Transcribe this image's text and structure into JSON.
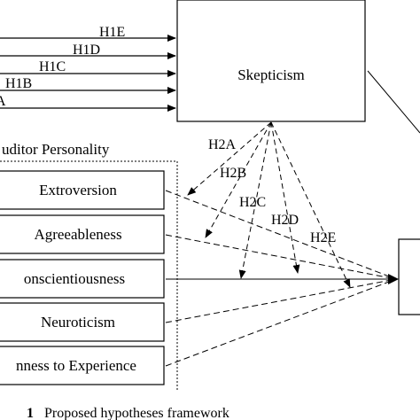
{
  "colors": {
    "stroke": "#000000",
    "background": "#ffffff"
  },
  "hypotheses_h1": [
    "H1E",
    "H1D",
    "H1C",
    "H1B",
    "A"
  ],
  "skepticism": {
    "label": "Skepticism"
  },
  "personality_group": {
    "title": "uditor Personality"
  },
  "traits": [
    "Extroversion",
    "Agreeableness",
    "onscientiousness",
    "Neuroticism",
    "nness to Experience"
  ],
  "hypotheses_h2": [
    "H2A",
    "H2B",
    "H2C",
    "H2D",
    "H2E"
  ],
  "caption": {
    "prefix": "1",
    "text": "Proposed hypotheses framework"
  }
}
